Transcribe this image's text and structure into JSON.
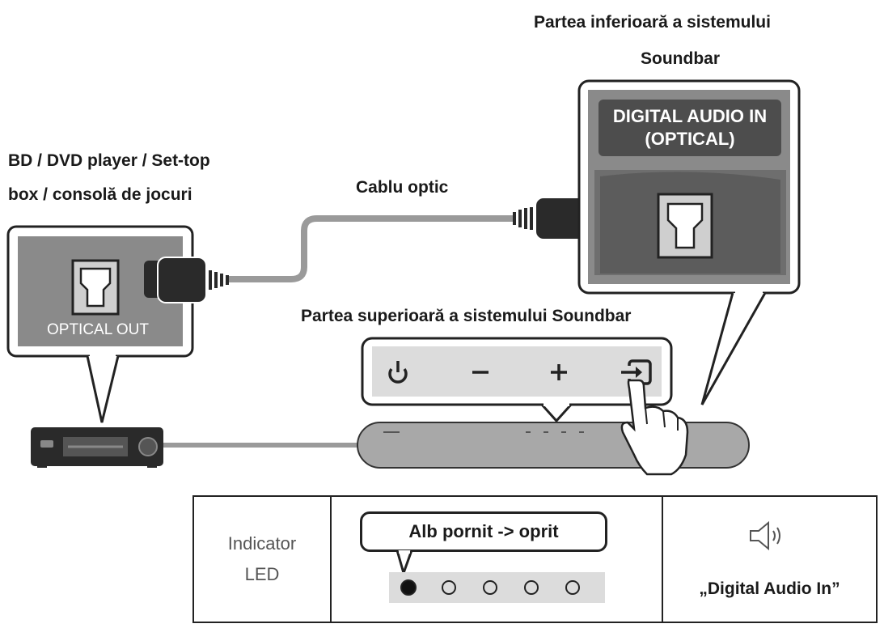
{
  "labels": {
    "source_device": [
      "BD / DVD player / Set-top",
      "box / consolă de jocuri"
    ],
    "cable": "Cablu optic",
    "soundbar_bottom": [
      "Partea inferioară a sistemului",
      "Soundbar"
    ],
    "soundbar_top": "Partea superioară a sistemului Soundbar",
    "optical_out": "OPTICAL OUT",
    "digital_audio_in": [
      "DIGITAL AUDIO IN",
      "(OPTICAL)"
    ]
  },
  "table": {
    "indicator": [
      "Indicator",
      "LED"
    ],
    "callout": "Alb pornit -> oprit",
    "leds": [
      true,
      false,
      false,
      false,
      false
    ],
    "mode": "„Digital Audio In”",
    "icon": "speaker-icon"
  },
  "colors": {
    "panel": "#8a8a8a",
    "dark": "#222222",
    "cable": "#9a9a9a",
    "ledbar": "#dcdcdc"
  }
}
